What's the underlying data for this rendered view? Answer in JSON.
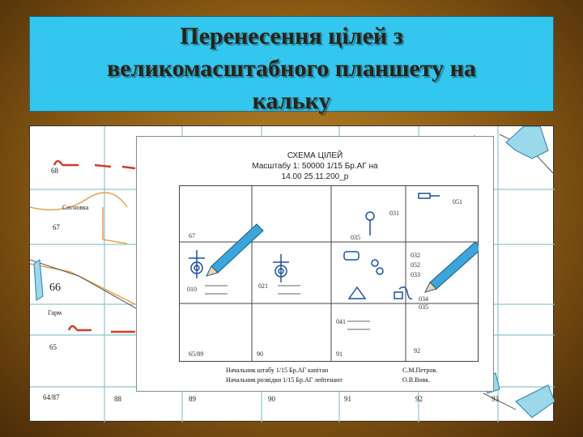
{
  "slide": {
    "title_line1": "Перенесення цілей з",
    "title_line2": "великомасштабного планшету на",
    "title_line3": "кальку"
  },
  "map": {
    "place_labels": [
      "Сосновка",
      "Гарм"
    ],
    "grid_left": [
      "68",
      "67",
      "66",
      "65",
      "64/87"
    ],
    "grid_bottom": [
      "88",
      "89",
      "90",
      "91",
      "92",
      "93"
    ]
  },
  "overlay": {
    "heading1": "СХЕМА ЦІЛЕЙ",
    "heading2": "Масштабу 1: 50000 1/15 Бр.АГ на",
    "heading3": "14.00 25.11.200_р",
    "target_numbers": [
      "051",
      "031",
      "035",
      "032",
      "052",
      "033",
      "034",
      "035",
      "010",
      "021",
      "041"
    ],
    "grid_corner": "67",
    "grid_bottom": [
      "65/89",
      "90",
      "91",
      "92"
    ],
    "sig1_left": "Начальник штабу 1/15 Бр.АГ капітан",
    "sig1_right": "С.М.Петров.",
    "sig2_left": "Начальник розвідки 1/15 Бр.АГ лейтенант",
    "sig2_right": "О.В.Вовк."
  },
  "colors": {
    "title_bg": "#33c6ee",
    "map_lines": "#86bfc4",
    "pen": "#3aa6dc",
    "targets": "#1f4ea8"
  }
}
